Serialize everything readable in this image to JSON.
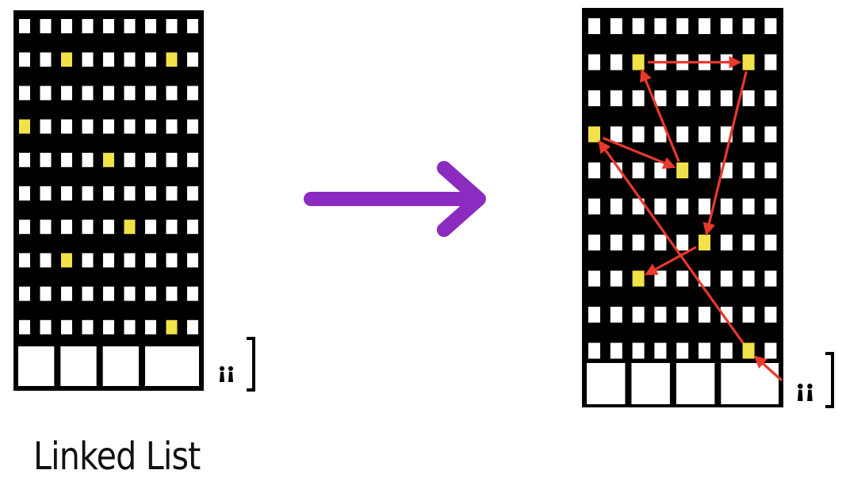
{
  "caption": "Linked List",
  "colors": {
    "building": "#000000",
    "window": "#ffffff",
    "highlight": "#f2e24a",
    "pointer": "#e8392d",
    "transition_arrow": "#8b2bbf"
  },
  "icons": {
    "transition": "right-arrow-icon",
    "people": "person-pair-icon",
    "scale": "scale-bracket-icon"
  },
  "building_grid": {
    "rows": 10,
    "cols": 9,
    "ground_doors": 4
  },
  "highlighted_rooms": [
    {
      "row": 1,
      "col": 2
    },
    {
      "row": 1,
      "col": 7
    },
    {
      "row": 3,
      "col": 0
    },
    {
      "row": 4,
      "col": 4
    },
    {
      "row": 6,
      "col": 5
    },
    {
      "row": 7,
      "col": 2
    },
    {
      "row": 9,
      "col": 7
    }
  ],
  "traversal_order": [
    {
      "row": 9,
      "col": 7
    },
    {
      "row": 3,
      "col": 0
    },
    {
      "row": 4,
      "col": 4
    },
    {
      "row": 1,
      "col": 2
    },
    {
      "row": 1,
      "col": 7
    },
    {
      "row": 6,
      "col": 5
    },
    {
      "row": 7,
      "col": 2
    }
  ]
}
